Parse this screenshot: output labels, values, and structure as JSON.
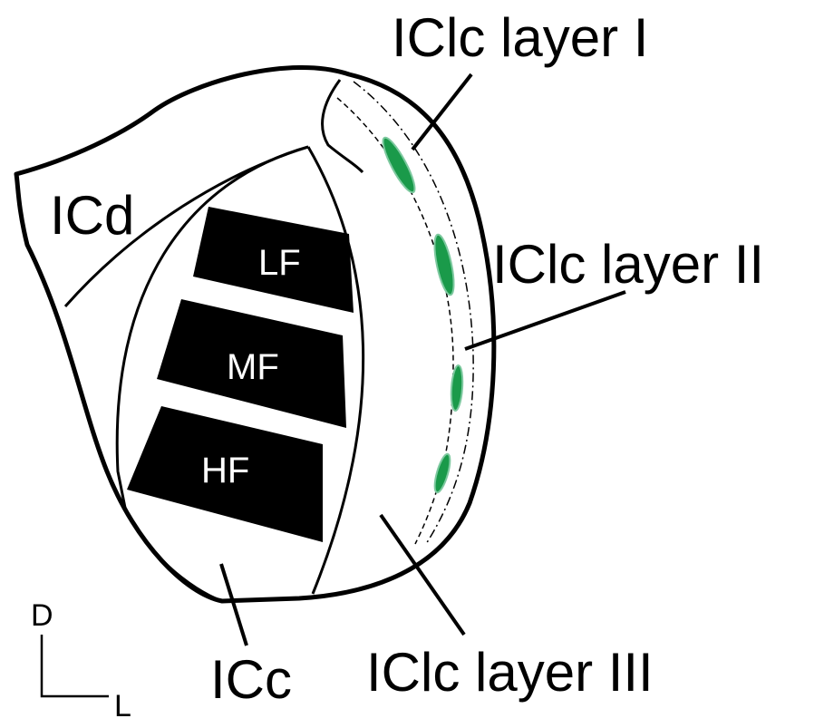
{
  "diagram": {
    "regions": {
      "dorsal_cortex": "ICd",
      "central_nucleus": "ICc",
      "lateral_cortex_layer_1": "IClc layer I",
      "lateral_cortex_layer_2": "IClc layer II",
      "lateral_cortex_layer_3": "IClc layer III"
    },
    "frequency_bands": {
      "low": "LF",
      "mid": "MF",
      "high": "HF"
    },
    "orientation": {
      "dorsal": "D",
      "lateral": "L"
    },
    "colors": {
      "outline": "#000000",
      "band_fill": "#000000",
      "band_text": "#ffffff",
      "module_fill": "#1a9a4a"
    }
  }
}
